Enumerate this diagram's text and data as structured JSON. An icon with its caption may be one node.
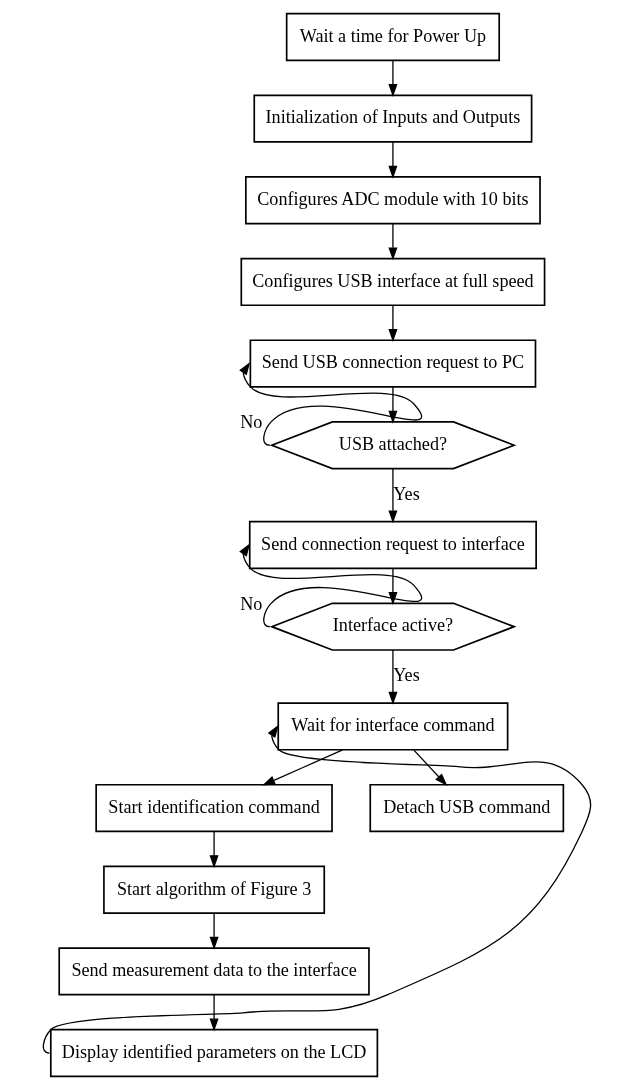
{
  "diagram": {
    "nodes": [
      {
        "text": [
          "Wait a time for Power Up"
        ]
      },
      {
        "text": [
          "Initialization of Inputs and Outputs"
        ]
      },
      {
        "text": [
          "Configures ADC module with 10 bits"
        ]
      },
      {
        "text": [
          "Configures USB interface at full speed"
        ]
      },
      {
        "text": [
          "Send USB connection request to PC"
        ]
      },
      {
        "text": [
          "USB attached?"
        ]
      },
      {
        "text": [
          "Send connection request to interface"
        ]
      },
      {
        "text": [
          "Interface active?"
        ]
      },
      {
        "text": [
          "Wait for interface command"
        ]
      },
      {
        "text": [
          "Start identification command"
        ]
      },
      {
        "text": [
          "Detach USB command"
        ]
      },
      {
        "text": [
          "Start algorithm of Figure 3"
        ]
      },
      {
        "text": [
          "Send measurement data to the interface"
        ]
      },
      {
        "text": [
          "Display identified parameters on the LCD"
        ]
      }
    ],
    "edges": [
      {
        "from": 0,
        "to": 1,
        "arrow": "to"
      },
      {
        "from": 1,
        "to": 2,
        "arrow": "to"
      },
      {
        "from": 2,
        "to": 3,
        "arrow": "to"
      },
      {
        "from": 3,
        "to": 4,
        "arrow": "to"
      },
      {
        "from": 4,
        "to": 5,
        "arrow": "to"
      },
      {
        "from": 5,
        "to": 4,
        "arrow": "to",
        "label": "No"
      },
      {
        "from": 5,
        "to": 6,
        "arrow": "to",
        "label": "Yes"
      },
      {
        "from": 6,
        "to": 7,
        "arrow": "to"
      },
      {
        "from": 7,
        "to": 6,
        "arrow": "to",
        "label": "No"
      },
      {
        "from": 7,
        "to": 8,
        "arrow": "to",
        "label": "Yes"
      },
      {
        "from": 8,
        "to": 9,
        "arrow": "to"
      },
      {
        "from": 8,
        "to": 10,
        "arrow": "to"
      },
      {
        "from": 9,
        "to": 11,
        "arrow": "to"
      },
      {
        "from": 11,
        "to": 12,
        "arrow": "to"
      },
      {
        "from": 12,
        "to": 13,
        "arrow": "to"
      },
      {
        "from": 13,
        "to": 8,
        "arrow": "to"
      }
    ]
  }
}
